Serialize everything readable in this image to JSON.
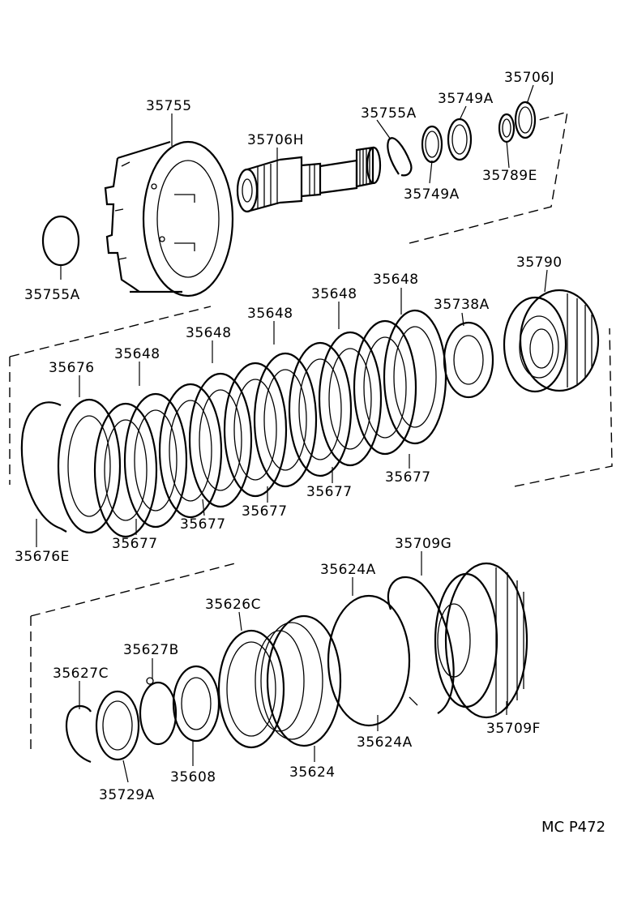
{
  "labels": {
    "p35755": "35755",
    "p35706H": "35706H",
    "p35755A_top": "35755A",
    "p35749A_top": "35749A",
    "p35706J": "35706J",
    "p35749A_bottom": "35749A",
    "p35789E": "35789E",
    "p35755A_left": "35755A",
    "p35790": "35790",
    "p35648_1": "35648",
    "p35648_2": "35648",
    "p35648_3": "35648",
    "p35648_4": "35648",
    "p35648_5": "35648",
    "p35738A": "35738A",
    "p35676": "35676",
    "p35676E": "35676E",
    "p35677_1": "35677",
    "p35677_2": "35677",
    "p35677_3": "35677",
    "p35677_4": "35677",
    "p35677_5": "35677",
    "p35709G": "35709G",
    "p35624A_top": "35624A",
    "p35626C": "35626C",
    "p35627B": "35627B",
    "p35627C": "35627C",
    "p35624A_bottom": "35624A",
    "p35709F": "35709F",
    "p35608": "35608",
    "p35624": "35624",
    "p35729A": "35729A"
  },
  "reference_code": "MC P472"
}
